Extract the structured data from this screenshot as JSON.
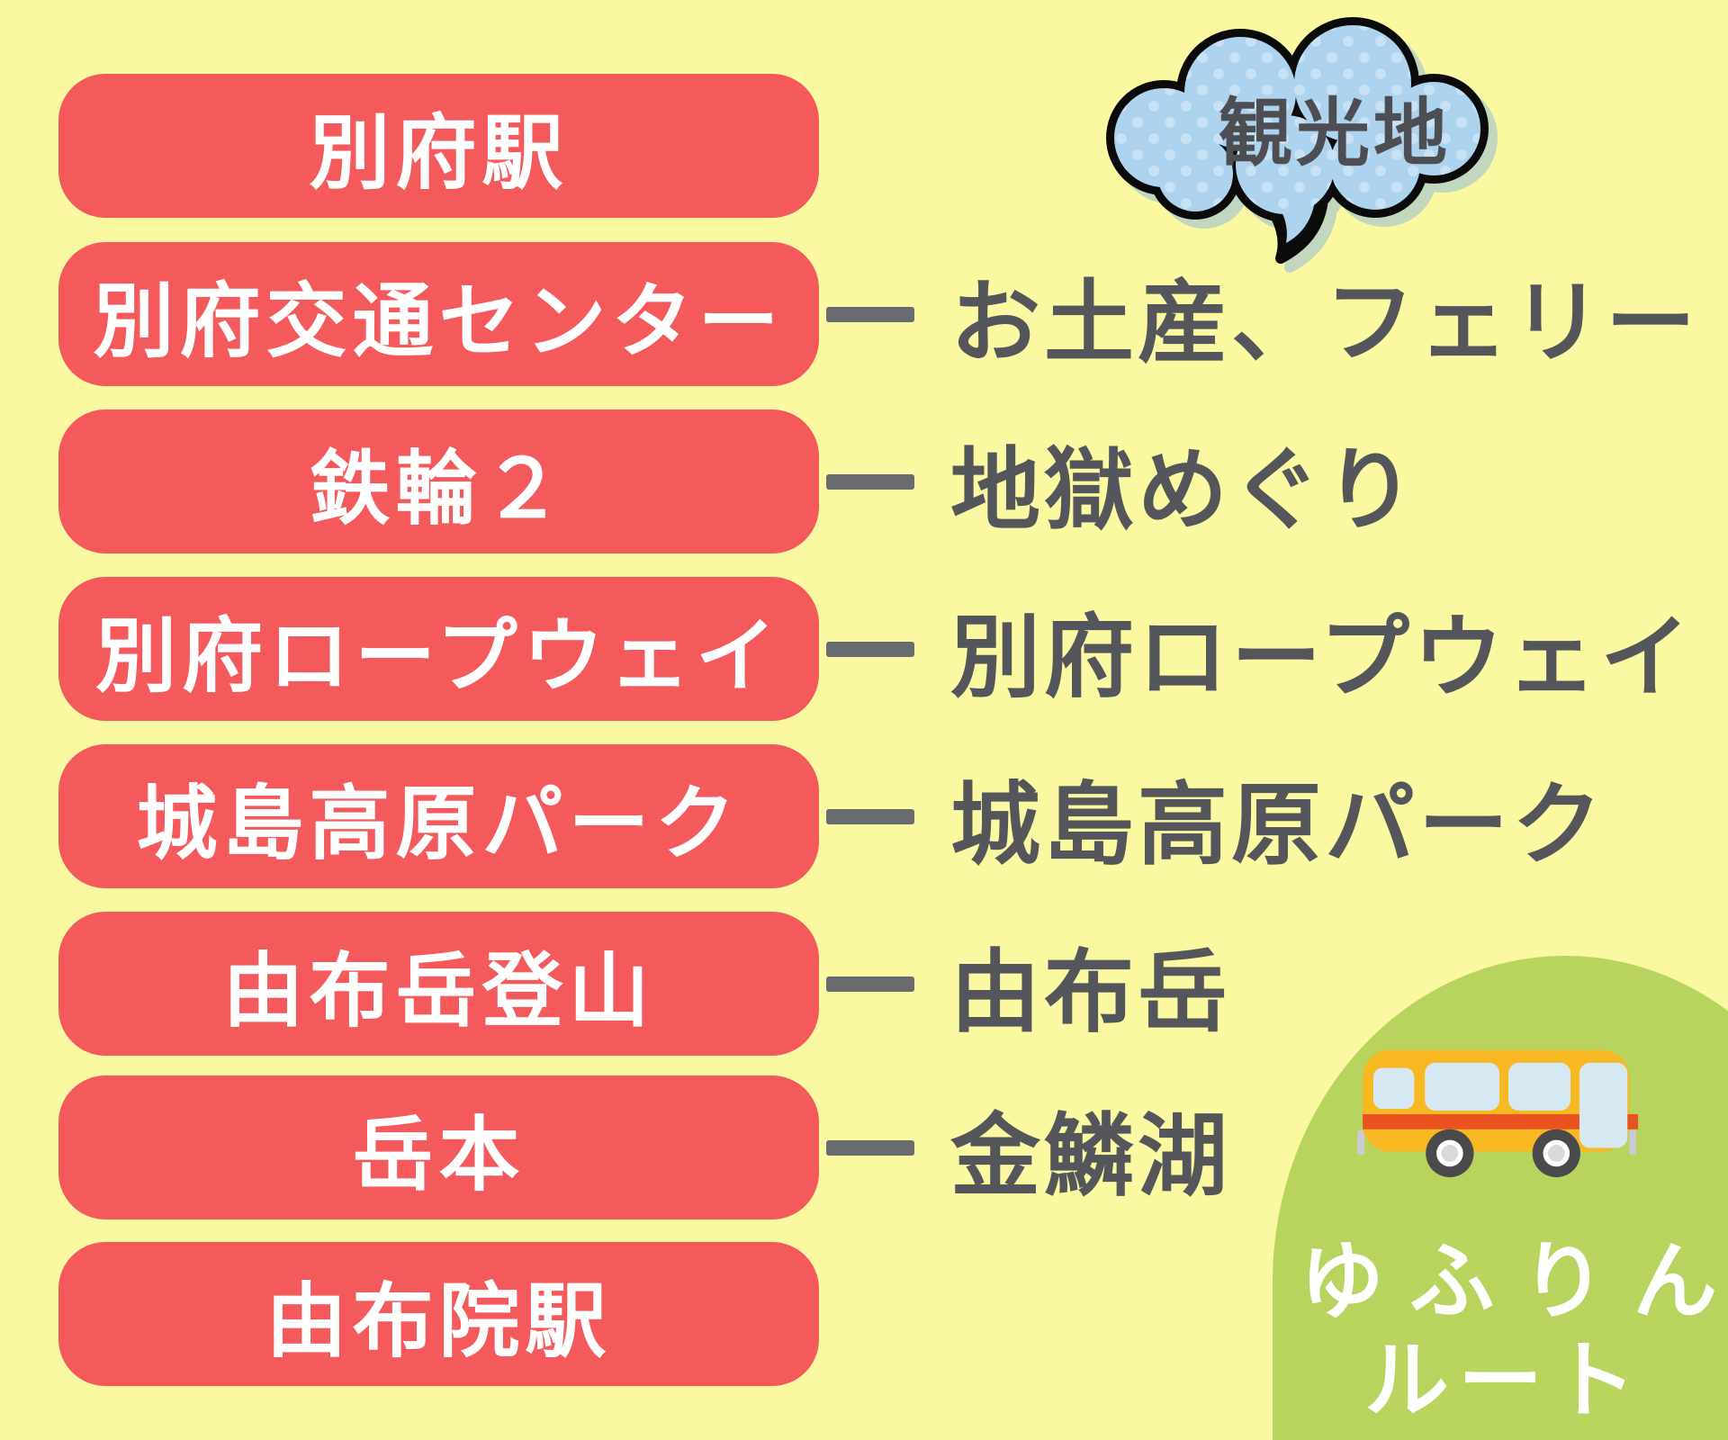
{
  "palette": {
    "background": "#FAF8A1",
    "station_box": "#F4595B",
    "station_text": "#FFFFFF",
    "connector_gray": "#6A6B6E",
    "spot_text": "#55565B",
    "cloud_fill": "#AED3EE",
    "cloud_dots": "#C8E1F4",
    "cloud_outline": "#0B0B0B",
    "cloud_text": "#4D4E53",
    "dome_green": "#B9D35F",
    "bus_body": "#F8B821",
    "bus_stripe": "#E8531F",
    "bus_window": "#D6E9F2",
    "bus_wheel": "#4A4A4C",
    "bus_wheel_center": "#D9D9D9",
    "route_text": "#FFFFFF"
  },
  "stations": [
    {
      "label": "別府駅",
      "spot": null
    },
    {
      "label": "別府交通センター",
      "spot": "お土産、フェリー"
    },
    {
      "label": "鉄輪２",
      "spot": "地獄めぐり"
    },
    {
      "label": "別府ロープウェイ",
      "spot": "別府ロープウェイ"
    },
    {
      "label": "城島高原パーク",
      "spot": "城島高原パーク"
    },
    {
      "label": "由布岳登山",
      "spot": "由布岳"
    },
    {
      "label": "岳本",
      "spot": "金鱗湖"
    },
    {
      "label": "由布院駅",
      "spot": null
    }
  ],
  "cloud": {
    "label": "観光地",
    "icon": "speech-cloud-icon"
  },
  "route_badge": {
    "line1": "ゆふりん",
    "line2": "ルート",
    "icon": "bus-icon"
  }
}
